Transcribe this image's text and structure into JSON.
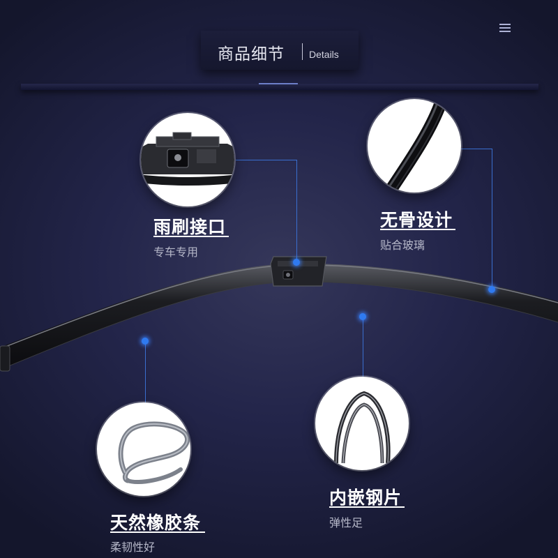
{
  "header": {
    "title": "商品细节",
    "subtitle": "Details"
  },
  "menu": {
    "icon": "hamburger-menu-icon"
  },
  "features": [
    {
      "title": "雨刷接口",
      "subtitle": "专车专用",
      "icon": "wiper-connector-icon"
    },
    {
      "title": "无骨设计",
      "subtitle": "贴合玻璃",
      "icon": "boneless-blade-icon"
    },
    {
      "title": "天然橡胶条",
      "subtitle": "柔韧性好",
      "icon": "rubber-strip-icon"
    },
    {
      "title": "内嵌钢片",
      "subtitle": "弹性足",
      "icon": "steel-spring-strip-icon"
    }
  ],
  "colors": {
    "background": "#23254a",
    "accent": "#2f7af0",
    "text": "#ffffff",
    "subtext": "#b6b8c9"
  }
}
